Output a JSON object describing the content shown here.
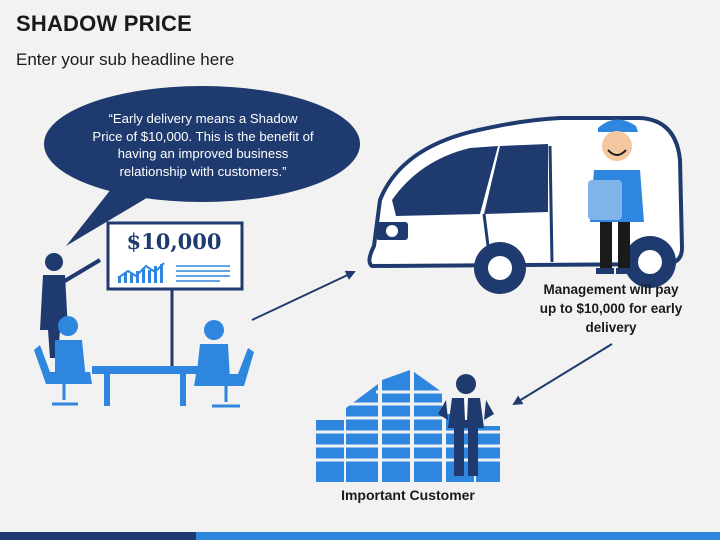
{
  "slide": {
    "title": "SHADOW PRICE",
    "subtitle": "Enter your sub headline here"
  },
  "speech_bubble": {
    "text": "“Early delivery means a Shadow Price of $10,000. This is the benefit of having an improved business relationship with customers.”"
  },
  "presentation_board": {
    "value": "$10,000"
  },
  "labels": {
    "management": "Management will pay up to $10,000 for early delivery",
    "customer": "Important Customer"
  },
  "colors": {
    "navy": "#1f3a6e",
    "blue": "#2e86de",
    "background": "#f2f2f2"
  },
  "icons": [
    "meeting-presenter-icon",
    "delivery-van-icon",
    "delivery-man-icon",
    "office-building-icon",
    "businessman-icon"
  ]
}
